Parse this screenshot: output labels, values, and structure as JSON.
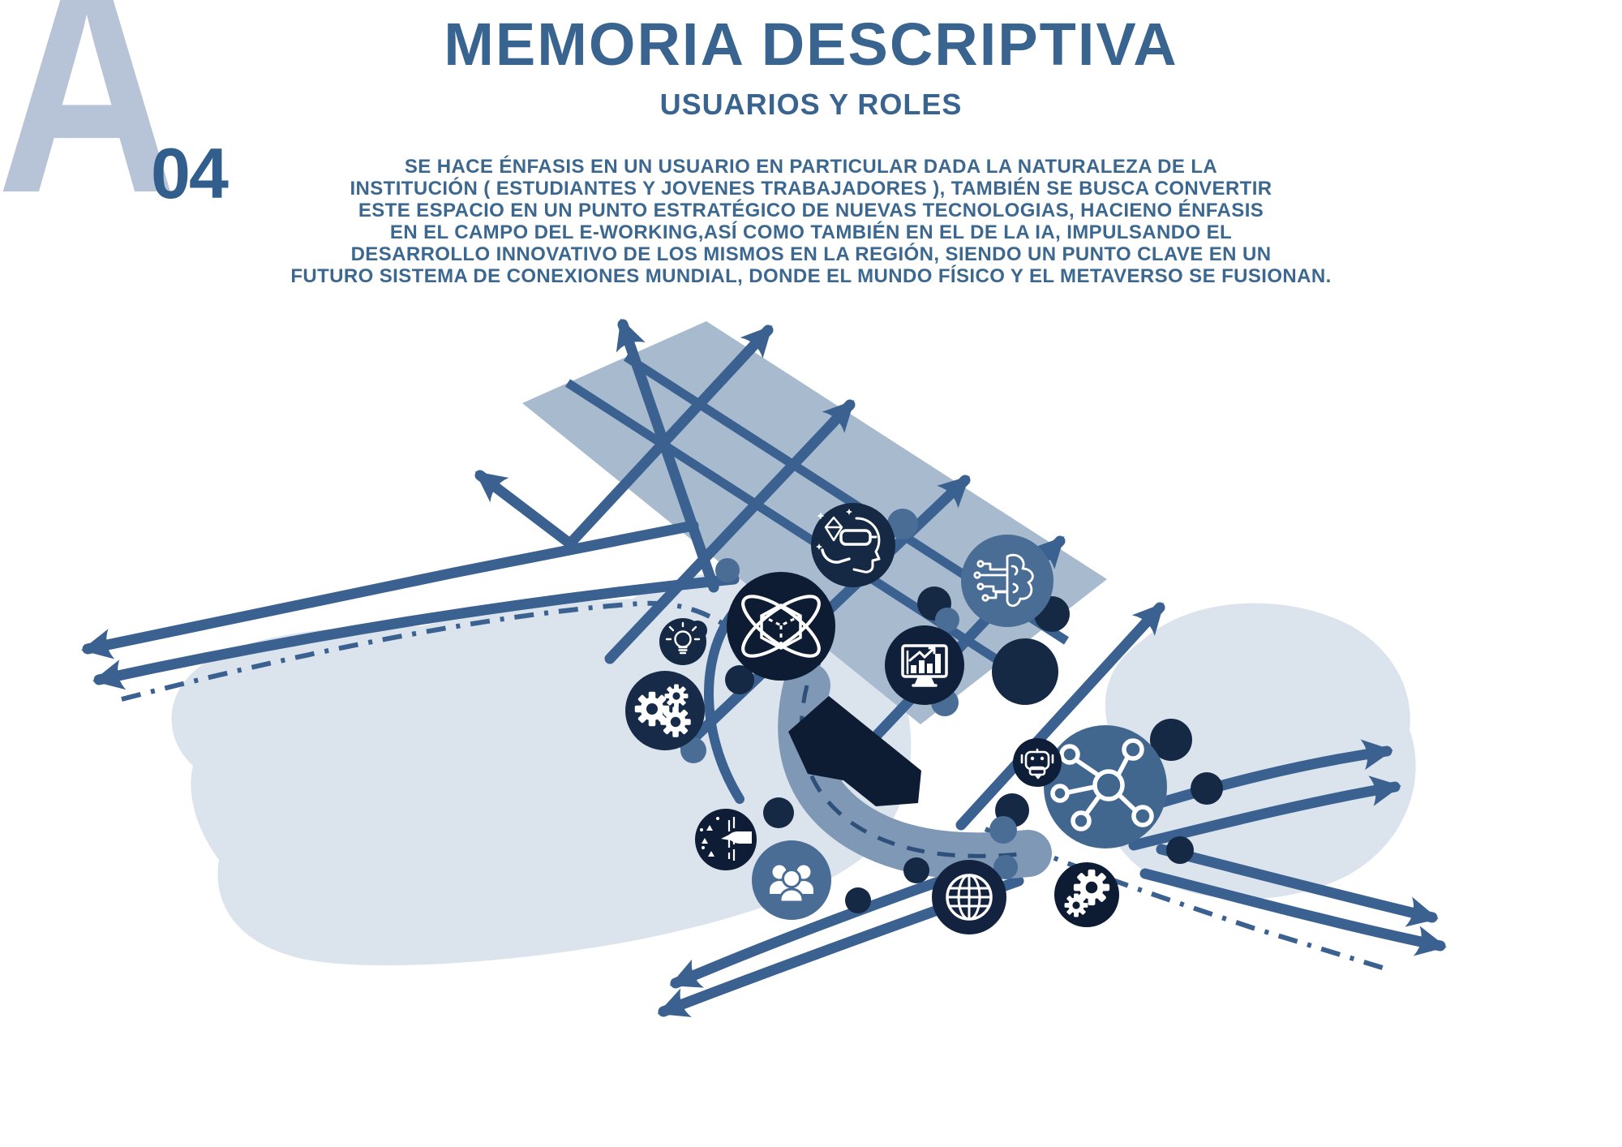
{
  "page": {
    "letter": "A",
    "number": "04"
  },
  "header": {
    "title": "MEMORIA DESCRIPTIVA",
    "subtitle": "USUARIOS Y ROLES"
  },
  "paragraph": {
    "lines": [
      "SE HACE ÉNFASIS EN UN USUARIO EN PARTICULAR DADA LA NATURALEZA DE LA",
      "INSTITUCIÓN ( ESTUDIANTES Y JOVENES TRABAJADORES ), TAMBIÉN SE BUSCA CONVERTIR",
      "ESTE ESPACIO EN UN PUNTO ESTRATÉGICO DE NUEVAS TECNOLOGIAS, HACIENO ÉNFASIS",
      "EN EL CAMPO DEL E-WORKING,ASÍ COMO TAMBIÉN EN EL DE LA IA, IMPULSANDO EL",
      "DESARROLLO INNOVATIVO DE LOS MISMOS  EN LA REGIÓN, SIENDO UN PUNTO CLAVE EN UN",
      "FUTURO SISTEMA DE CONEXIONES MUNDIAL, DONDE EL MUNDO FÍSICO Y EL METAVERSO SE FUSIONAN."
    ]
  },
  "diagram": {
    "icons": [
      "vr-user-icon",
      "ai-brain-circuit-icon",
      "cube-orbit-icon",
      "lightbulb-icon",
      "gears-icon",
      "analytics-monitor-icon",
      "chatbot-icon",
      "network-hub-icon",
      "hand-interaction-icon",
      "user-group-icon",
      "globe-icon",
      "gears-small-icon"
    ],
    "colors": {
      "accent_text": "#38648f",
      "letter": "#b7c3d6",
      "road": "#3a6190",
      "plane": "#a7bace",
      "blob": "#dbe3ed",
      "river": "#7e98b5",
      "navy_circle": "#152944",
      "dark_navy_circle": "#0d1b33",
      "steel_circle": "#4a6d96",
      "building": "#0d1b33"
    }
  }
}
